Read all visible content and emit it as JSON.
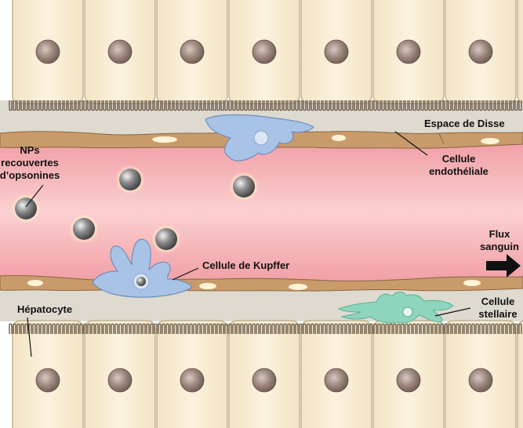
{
  "labels": {
    "disse": "Espace de Disse",
    "np_line1": "NPs",
    "np_line2": "recouvertes",
    "np_line3": "d’opsonines",
    "endo_line1": "Cellule",
    "endo_line2": "endothéliale",
    "flux_line1": "Flux",
    "flux_line2": "sanguin",
    "kupffer": "Cellule de Kupffer",
    "hepatocyte": "Hépatocyte",
    "stellate_line1": "Cellule",
    "stellate_line2": "stellaire"
  },
  "colors": {
    "hepatocyte_fill": "#f8edd2",
    "hepatocyte_border": "#b8a78a",
    "nucleus": "#8f7b72",
    "disse_space": "#dedad0",
    "lumen": "#f4a9ad",
    "endothelium": "#c99b6b",
    "kupffer_cell": "#a9c3e6",
    "stellate_cell": "#8fd4bd",
    "nanoparticle": "#6e6e6e",
    "arrow": "#111111"
  },
  "icons": {
    "flow_arrow": "arrow-right-icon"
  }
}
